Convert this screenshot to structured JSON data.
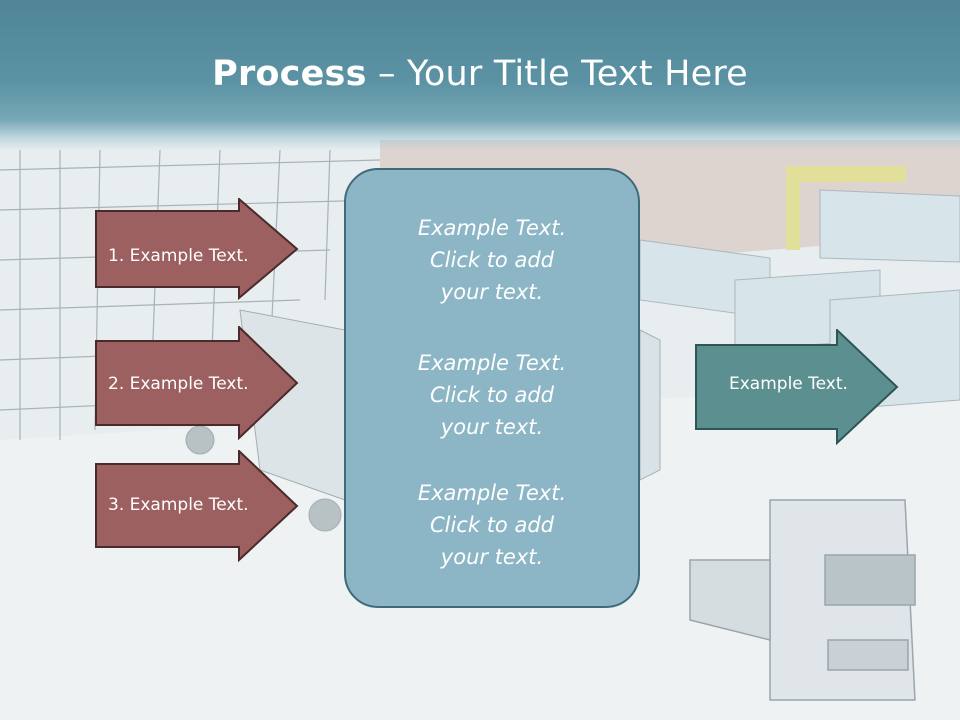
{
  "title": {
    "bold": "Process",
    "rest": " – Your Title Text Here"
  },
  "left_arrows": [
    {
      "label": "1. Example Text."
    },
    {
      "label": "2. Example Text."
    },
    {
      "label": "3. Example Text."
    }
  ],
  "center_blocks": [
    {
      "line1": "Example Text.",
      "line2": "Click  to add",
      "line3": "your text."
    },
    {
      "line1": "Example Text.",
      "line2": "Click  to add",
      "line3": "your text."
    },
    {
      "line1": "Example Text.",
      "line2": "Click  to add",
      "line3": "your text."
    }
  ],
  "right_arrow": {
    "label": "Example Text."
  },
  "colors": {
    "title_bar": "#5c93a4",
    "left_arrow_fill": "#9c6060",
    "left_arrow_border": "#4a2a2a",
    "center_box_fill": "#8cb6c6",
    "right_arrow_fill": "#5c8f8f",
    "right_arrow_border": "#2f5656"
  }
}
